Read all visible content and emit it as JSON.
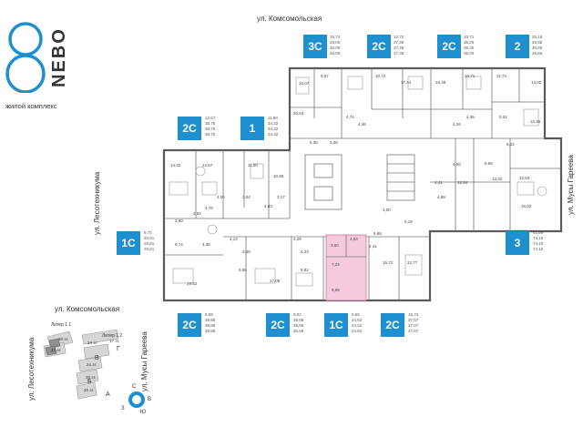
{
  "brand": {
    "name": "NEBO",
    "tagline": "жилой комплекс",
    "accent": "#1e90d0"
  },
  "streets": {
    "top": "ул. Комсомольская",
    "left": "ул. Лесотехникума",
    "right": "ул. Мусы Гареева"
  },
  "apartments": [
    {
      "type": "3С",
      "areas": [
        "19,74",
        "48,00",
        "48,00",
        "48,00"
      ]
    },
    {
      "type": "2С",
      "areas": [
        "12,72",
        "37,38",
        "37,38",
        "37,38"
      ]
    },
    {
      "type": "2С",
      "areas": [
        "10,71",
        "36,20",
        "36,20",
        "36,20"
      ]
    },
    {
      "type": "2",
      "areas": [
        "25,16",
        "46,65",
        "46,65",
        "46,65"
      ]
    },
    {
      "type": "2С",
      "areas": [
        "12,67",
        "38,75",
        "38,75",
        "38,75"
      ]
    },
    {
      "type": "1",
      "areas": [
        "11,90",
        "34,32",
        "34,32",
        "34,32"
      ]
    },
    {
      "type": "1С",
      "areas": [
        "9,74",
        "20,61",
        "20,61",
        "20,61"
      ]
    },
    {
      "type": "3",
      "areas": [
        "41,89",
        "74,10",
        "74,10",
        "74,10"
      ]
    },
    {
      "type": "2С",
      "areas": [
        "9,58",
        "38,88",
        "38,88",
        "38,88"
      ]
    },
    {
      "type": "2С",
      "areas": [
        "9,02",
        "35,68",
        "35,68",
        "35,68"
      ]
    },
    {
      "type": "1С",
      "areas": [
        "9,65",
        "24,52",
        "24,52",
        "24,52"
      ]
    },
    {
      "type": "2С",
      "areas": [
        "15,72",
        "37,07",
        "37,07",
        "37,07"
      ]
    }
  ],
  "rooms": {
    "r1": "10,07",
    "r2": "9,67",
    "r3": "10,72",
    "r4": "17,44",
    "r5": "16,48",
    "r6": "10,71",
    "r7": "11,74",
    "r8": "14,02",
    "r9": "20,63",
    "r10": "4,74",
    "r11": "4,46",
    "r12": "4,26",
    "r13": "4,35",
    "r14": "5,01",
    "r15": "10,26",
    "r16": "6,22",
    "r17": "6,35",
    "r18": "3,28",
    "r19": "14,32",
    "r20": "12,67",
    "r21": "11,90",
    "r22": "10,98",
    "r23": "4,00",
    "r24": "4,76",
    "r25": "3,04",
    "r26": "3,17",
    "r27": "4,83",
    "r28": "2,82",
    "r29": "3,90",
    "r30": "9,74",
    "r31": "4,35",
    "r32": "4,13",
    "r33": "4,26",
    "r34": "3,60",
    "r35": "4,03",
    "r36": "7,24",
    "r37": "6,98",
    "r38": "5,19",
    "r39": "4,00",
    "r40": "4,89",
    "r41": "4,41",
    "r42": "12,54",
    "r43": "13,32",
    "r44": "8,98",
    "r45": "10,53",
    "r46": "16,03",
    "r47": "4,00",
    "r48": "19,52",
    "r49": "9,58",
    "r50": "3,65",
    "r51": "17,08",
    "r52": "9,82",
    "r53": "4,23",
    "r54": "9,65",
    "r55": "2,41",
    "r56": "15,72",
    "r57": "22,77"
  },
  "site_map": {
    "top_street": "ул. Комсомольская",
    "left_street": "ул. Лесотехникума",
    "right_street": "ул. Мусы Гареева",
    "liter_1_1": "Литер 1.1",
    "liter_1_2": "Литер 1.2",
    "sections": [
      "В",
      "Г",
      "Б",
      "А"
    ],
    "floors": [
      "30 эт.",
      "32 эт.",
      "24 эт.",
      "17 эт.",
      "24 эт.",
      "20 эт.",
      "20 эт.",
      "24 эт."
    ],
    "compass": {
      "n": "С",
      "e": "В",
      "s": "Ю",
      "w": "З"
    }
  }
}
